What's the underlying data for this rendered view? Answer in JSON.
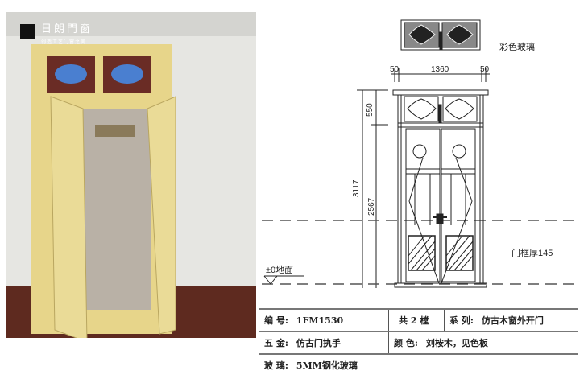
{
  "logo": {
    "name": "日朗門窗",
    "slogan": "创造工艺门窗之美"
  },
  "drawing": {
    "glass_label": "彩色玻璃",
    "dim_left": "50",
    "dim_mid": "1360",
    "dim_right": "50",
    "dim_transom": "550",
    "dim_total": "3117",
    "dim_door": "2567",
    "frame_label": "门框厚145",
    "ground_label": "±0地面"
  },
  "spec": {
    "code_label": "编 号:",
    "code_value": "1FM1530",
    "count": "共 2 樘",
    "series_label": "系 列:",
    "series_value": "仿古木窗外开门",
    "hardware_label": "五 金:",
    "hardware_value": "仿古门执手",
    "color_label": "颜 色:",
    "color_value": "刘桉木，见色板",
    "glass_label": "玻 璃:",
    "glass_value": "5MM钢化玻璃"
  },
  "colors": {
    "frame": "#e7d58a",
    "floor": "#6b2e22",
    "wall": "#e9e9e6"
  }
}
